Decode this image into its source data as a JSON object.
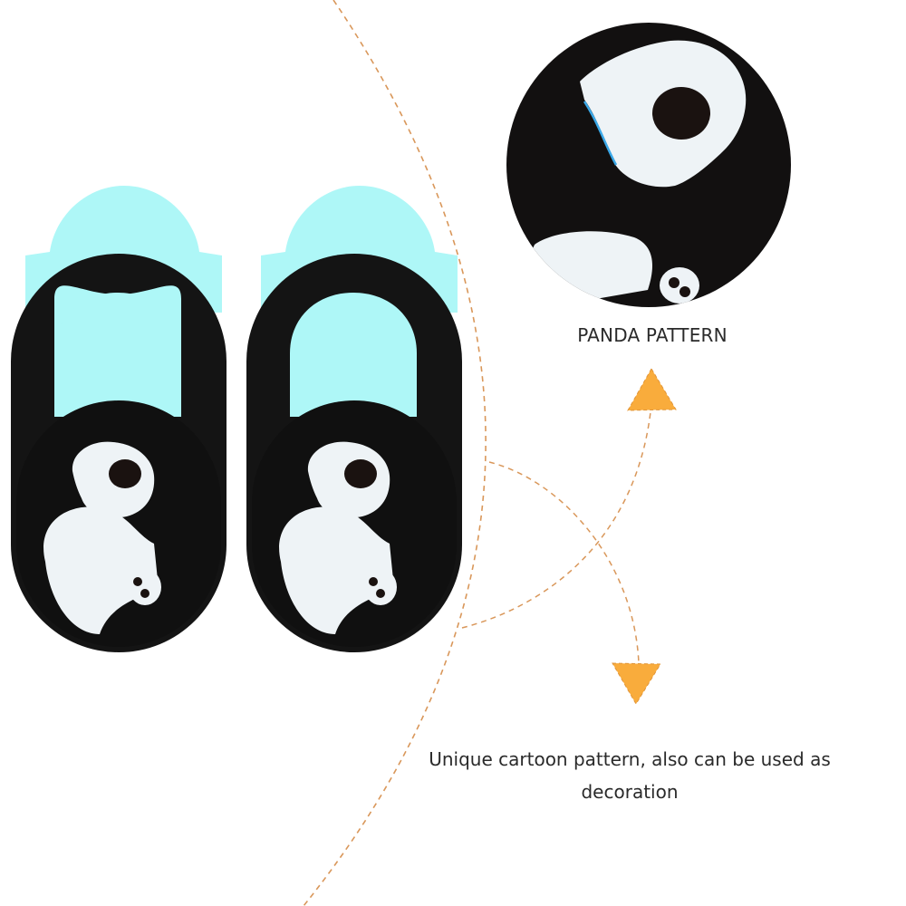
{
  "labels": {
    "zoom_title": "PANDA PATTERN",
    "description": "Unique cartoon pattern, also can be used as decoration"
  },
  "product": {
    "item_count": 2,
    "pattern": "panda",
    "cover_color": "#141414",
    "backing_color": "#aef7f7"
  },
  "colors": {
    "arrow_fill": "#f9ac3c",
    "dashed_line": "#d9975a",
    "text": "#2a2a2a",
    "background": "#ffffff"
  },
  "icons": {
    "up_arrow": "triangle-up-icon",
    "down_arrow": "triangle-down-icon"
  }
}
